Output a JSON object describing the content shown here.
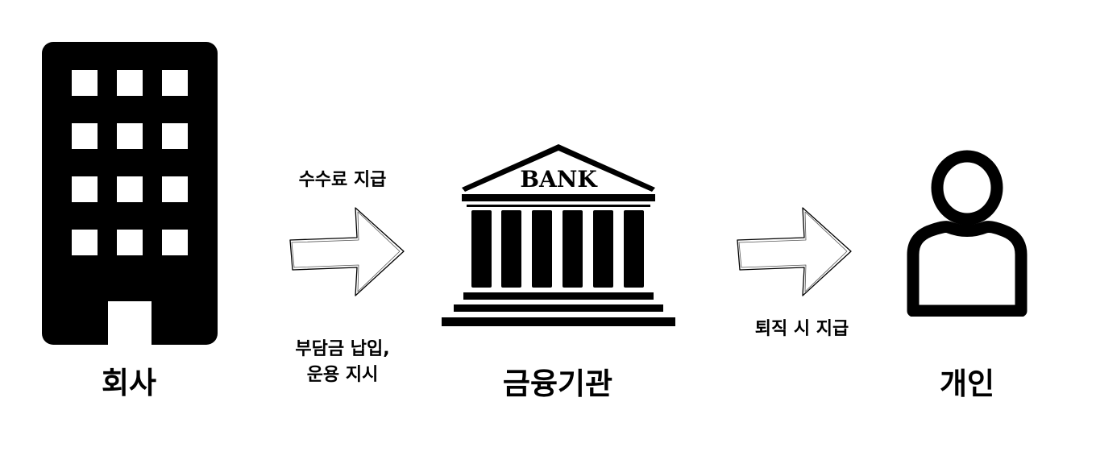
{
  "entities": {
    "company": {
      "label": "회사",
      "icon": "office-building-icon"
    },
    "bank": {
      "label": "금융기관",
      "icon": "bank-icon",
      "sign": "BANK"
    },
    "person": {
      "label": "개인",
      "icon": "person-icon"
    }
  },
  "flows": {
    "company_to_bank": {
      "top_label": "수수료 지급",
      "bottom_label_line1": "부담금 납입,",
      "bottom_label_line2": "운용 지시",
      "icon": "arrow-right-icon"
    },
    "bank_to_person": {
      "bottom_label": "퇴직 시 지급",
      "icon": "arrow-right-icon"
    }
  },
  "colors": {
    "foreground": "#000000",
    "background": "#ffffff"
  }
}
